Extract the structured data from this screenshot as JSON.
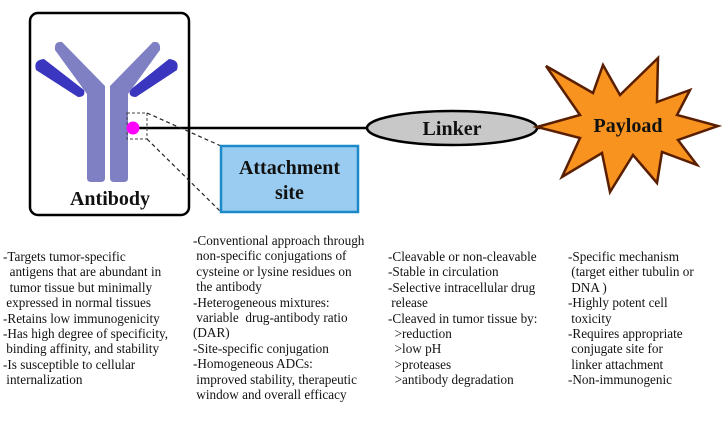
{
  "diagram": {
    "antibody": {
      "label": "Antibody"
    },
    "attachment_site": {
      "label_line1": "Attachment",
      "label_line2": "site"
    },
    "linker": {
      "label": "Linker"
    },
    "payload": {
      "label": "Payload"
    },
    "colors": {
      "heavy_chain": "#7f7fc4",
      "light_chain": "#3a36c0",
      "attachment_dot": "#ff00ff",
      "attachment_box_fill": "#99ccf0",
      "attachment_box_border": "#1a8ac8",
      "linker_fill": "#c8c8c8",
      "payload_fill": "#f7931e",
      "payload_border": "#5a1e00"
    }
  },
  "descriptions": {
    "antibody": [
      "-Targets tumor-specific",
      "  antigens that are abundant in",
      "  tumor tissue but minimally",
      " expressed in normal tissues",
      "-Retains low immunogenicity",
      "-Has high degree of specificity,",
      " binding affinity, and stability",
      "-Is susceptible to cellular",
      " internalization"
    ],
    "attachment_site": [
      "-Conventional approach through",
      " non-specific conjugations of",
      " cysteine or lysine residues on",
      " the antibody",
      "-Heterogeneous mixtures:",
      " variable  drug-antibody ratio",
      "(DAR)",
      "-Site-specific conjugation",
      "-Homogeneous ADCs:",
      " improved stability, therapeutic",
      " window and overall efficacy"
    ],
    "linker": [
      "-Cleavable or non-cleavable",
      "-Stable in circulation",
      "-Selective intracellular drug",
      " release",
      "-Cleaved in tumor tissue by:",
      "  >reduction",
      "  >low pH",
      "  >proteases",
      "  >antibody degradation"
    ],
    "payload": [
      "-Specific mechanism",
      " (target either tubulin or",
      " DNA )",
      "-Highly potent cell",
      " toxicity",
      "-Requires appropriate",
      " conjugate site for",
      " linker attachment",
      "-Non-immunogenic"
    ]
  }
}
